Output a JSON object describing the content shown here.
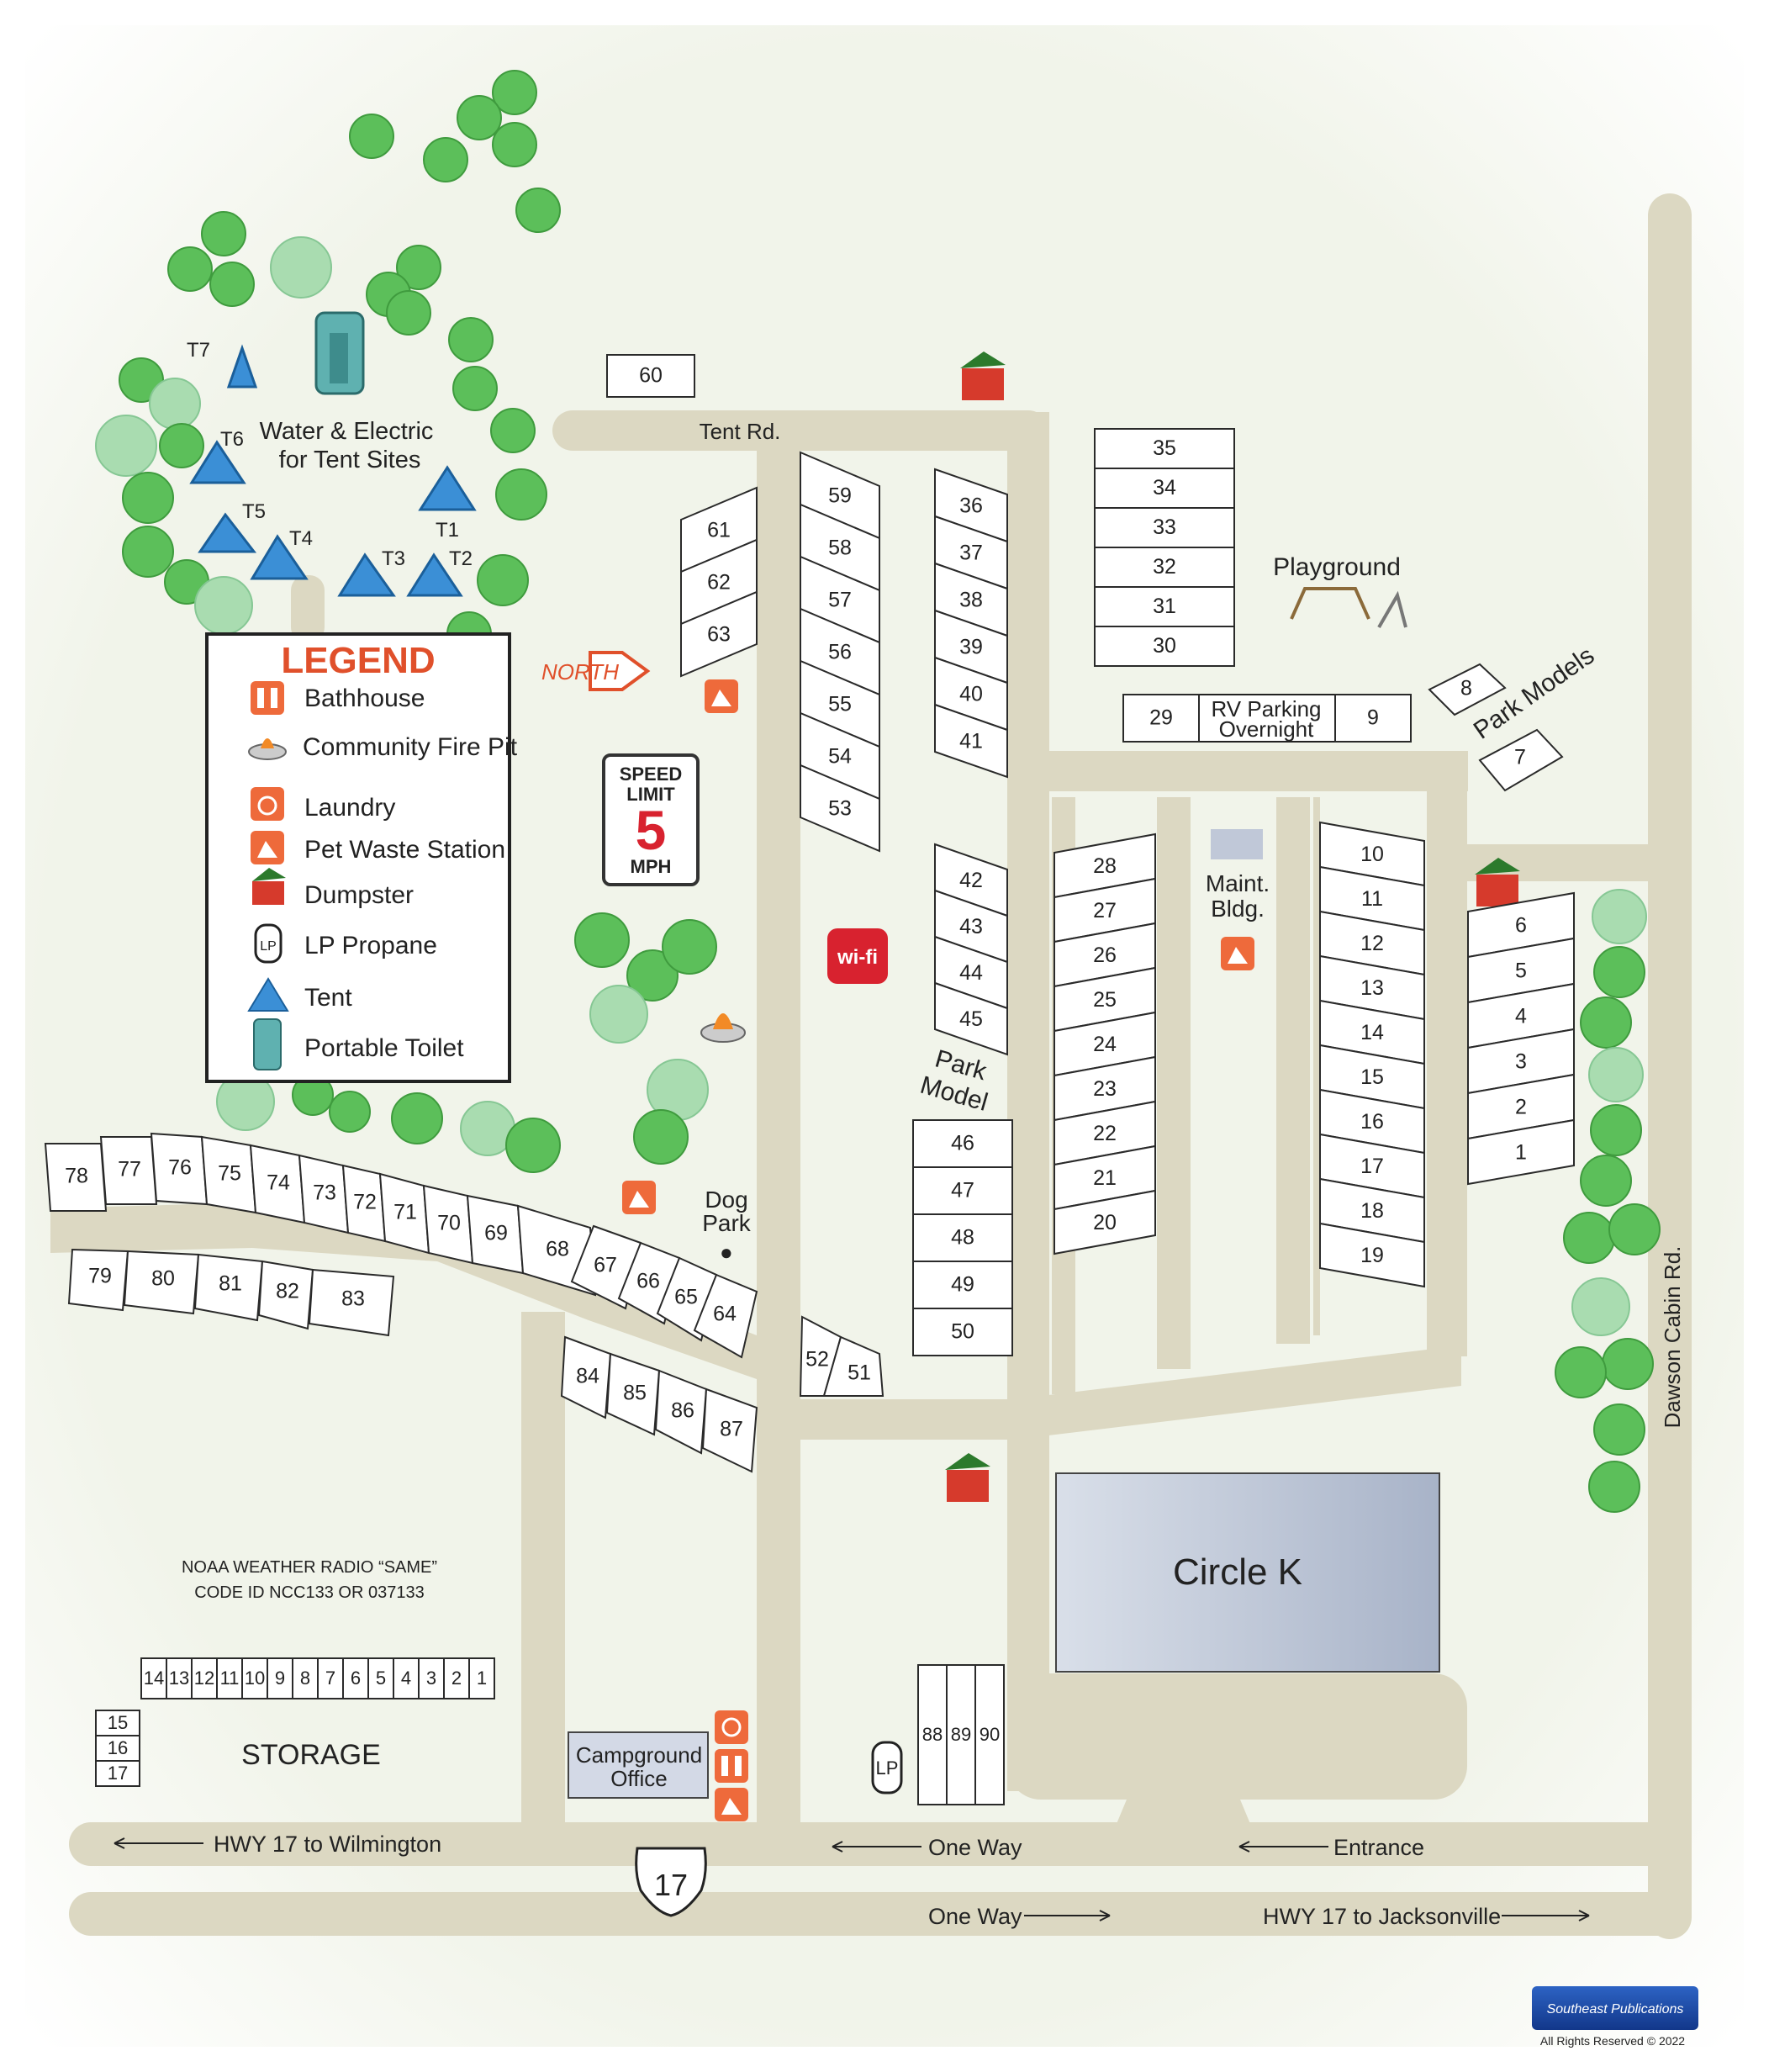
{
  "colors": {
    "background": "#f1f4ea",
    "road": "#dcd8c2",
    "tree": "#5cbf5a",
    "tree_light": "#a9dcb0",
    "legend_title": "#e0502b",
    "icon_orange": "#ee6a3b",
    "dumpster_red": "#d63a2c",
    "tent_blue": "#3b8fd6",
    "wifi_red": "#d8222f",
    "circle_k": "#b9c3d6"
  },
  "legend": {
    "title": "LEGEND",
    "items": [
      {
        "icon": "bathhouse-icon",
        "label": "Bathhouse"
      },
      {
        "icon": "fire-pit-icon",
        "label": "Community Fire Pit"
      },
      {
        "icon": "laundry-icon",
        "label": "Laundry"
      },
      {
        "icon": "pet-waste-icon",
        "label": "Pet Waste Station"
      },
      {
        "icon": "dumpster-icon",
        "label": "Dumpster"
      },
      {
        "icon": "lp-propane-icon",
        "label": "LP Propane"
      },
      {
        "icon": "tent-icon",
        "label": "Tent"
      },
      {
        "icon": "portable-toilet-icon",
        "label": "Portable Toilet"
      }
    ]
  },
  "labels": {
    "tent_rd": "Tent Rd.",
    "water_electric_1": "Water & Electric",
    "water_electric_2": "for Tent Sites",
    "north": "NORTH",
    "speed_1": "SPEED",
    "speed_2": "LIMIT",
    "speed_3": "5",
    "speed_4": "MPH",
    "wifi": "wi-fi",
    "playground": "Playground",
    "park_models": "Park Models",
    "rv_parking_1": "RV Parking",
    "rv_parking_2": "Overnight",
    "maint_1": "Maint.",
    "maint_2": "Bldg.",
    "park_model_1": "Park",
    "park_model_2": "Model",
    "dog_park_1": "Dog",
    "dog_park_2": "Park",
    "dawson": "Dawson Cabin Rd.",
    "circle_k": "Circle K",
    "noaa_1": "NOAA WEATHER RADIO “SAME”",
    "noaa_2": "CODE ID NCC133 OR 037133",
    "storage": "STORAGE",
    "office_1": "Campground",
    "office_2": "Office",
    "hwy_wilmington": "HWY 17 to Wilmington",
    "one_way_1": "One Way",
    "entrance": "Entrance",
    "one_way_2": "One Way",
    "hwy_jacksonville": "HWY 17 to Jacksonville",
    "hwy_shield": "17",
    "publisher": "Southeast Publications",
    "copyright": "All Rights Reserved © 2022",
    "lp": "LP"
  },
  "tents": [
    "T7",
    "T6",
    "T5",
    "T4",
    "T3",
    "T2",
    "T1"
  ],
  "sites": {
    "s60": "60",
    "col_61_63": [
      "61",
      "62",
      "63"
    ],
    "col_53_59": [
      "59",
      "58",
      "57",
      "56",
      "55",
      "54",
      "53"
    ],
    "col_36_41": [
      "36",
      "37",
      "38",
      "39",
      "40",
      "41"
    ],
    "col_30_35": [
      "35",
      "34",
      "33",
      "32",
      "31",
      "30"
    ],
    "row_29_9": [
      "29",
      "9"
    ],
    "park_models": [
      "8",
      "7"
    ],
    "col_42_45": [
      "42",
      "43",
      "44",
      "45"
    ],
    "col_46_50": [
      "46",
      "47",
      "48",
      "49",
      "50"
    ],
    "col_20_28": [
      "28",
      "27",
      "26",
      "25",
      "24",
      "23",
      "22",
      "21",
      "20"
    ],
    "col_10_19": [
      "10",
      "11",
      "12",
      "13",
      "14",
      "15",
      "16",
      "17",
      "18",
      "19"
    ],
    "col_1_6": [
      "6",
      "5",
      "4",
      "3",
      "2",
      "1"
    ],
    "row_top_arc": [
      "78",
      "77",
      "76",
      "75",
      "74",
      "73",
      "72",
      "71",
      "70",
      "69",
      "68"
    ],
    "row_79_83": [
      "79",
      "80",
      "81",
      "82",
      "83"
    ],
    "row_64_67": [
      "67",
      "66",
      "65",
      "64"
    ],
    "row_84_87": [
      "84",
      "85",
      "86",
      "87"
    ],
    "row_51_52": [
      "52",
      "51"
    ],
    "row_88_90": [
      "88",
      "89",
      "90"
    ],
    "storage_row": [
      "14",
      "13",
      "12",
      "11",
      "10",
      "9",
      "8",
      "7",
      "6",
      "5",
      "4",
      "3",
      "2",
      "1"
    ],
    "storage_col": [
      "15",
      "16",
      "17"
    ]
  }
}
